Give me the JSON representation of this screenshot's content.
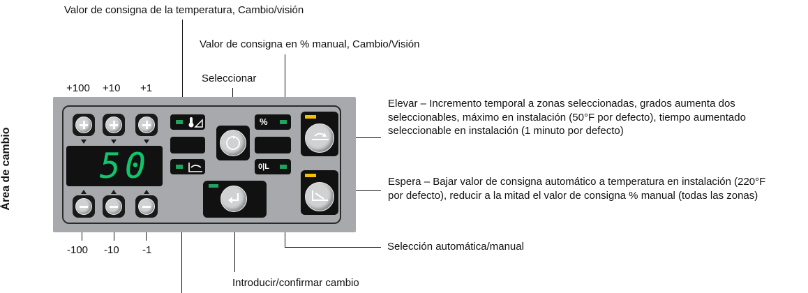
{
  "side_title": "Área de cambio",
  "top_labels": {
    "temp_setpoint": "Valor de consigna de la temperatura, Cambio/visión",
    "manual_percent": "Valor de consigna en % manual, Cambio/Visión",
    "select": "Seleccionar"
  },
  "increment_labels": [
    "+100",
    "+10",
    "+1"
  ],
  "decrement_labels": [
    "-100",
    "-10",
    "-1"
  ],
  "display_value": "50",
  "right_labels": {
    "boost": "Elevar – Incremento temporal a zonas seleccionadas, grados aumenta dos seleccionables, máximo en instalación (50°F por defecto), tiempo aumentado seleccionable en instalación (1 minuto por defecto)",
    "standby": "Espera – Bajar valor de consigna automático a temperatura en instalación (220°F por defecto), reducir a la mitad el valor de consigna % manual (todas las zonas)",
    "auto_manual": "Selección automática/manual"
  },
  "bottom_labels": {
    "enter": "Introducir/confirmar cambio"
  },
  "panel_icons": {
    "percent": "%",
    "auto_manual_symbol": "0|L"
  },
  "colors": {
    "panel": "#a7a9ac",
    "led_green": "#1fa35f",
    "led_yellow": "#f2c100",
    "lcd_digits": "#11c46b"
  }
}
